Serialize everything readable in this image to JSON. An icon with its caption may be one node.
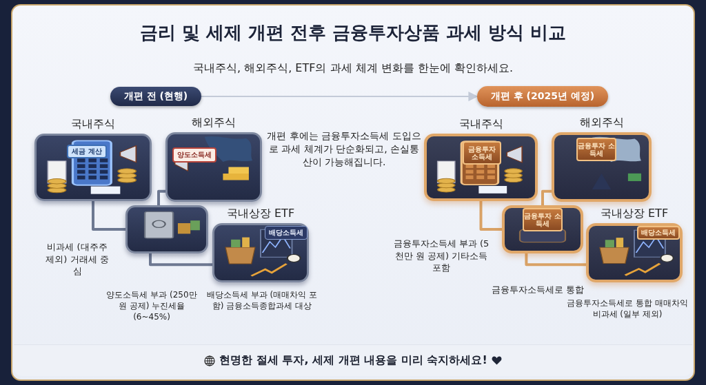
{
  "diagram": {
    "title": "금리 및 세제 개편 전후 금융투자상품 과세 방식 비교",
    "nodes": [
      {
        "text": [
          "개편 전 (현행)"
        ]
      },
      {
        "text": [
          "개편 후 (2025년 예정)"
        ]
      },
      {
        "text": [
          "국내주식"
        ]
      },
      {
        "text": [
          "해외주식"
        ]
      },
      {
        "text": [],
        "shape": "picture"
      },
      {
        "text": [
          "국내상장 ETF"
        ]
      },
      {
        "text": [
          "국내주식"
        ]
      },
      {
        "text": [
          "해외주식"
        ]
      },
      {
        "text": [],
        "shape": "picture"
      },
      {
        "text": [
          "국내상장 ETF"
        ]
      }
    ],
    "edges": [
      {
        "from": 0,
        "to": 1,
        "arrow": "to",
        "color": "#c3cad8"
      },
      {
        "from": 2,
        "to": 4,
        "arrow": "none"
      },
      {
        "from": 4,
        "to": 3,
        "arrow": "none"
      },
      {
        "from": 4,
        "to": 5,
        "arrow": "none"
      },
      {
        "from": 6,
        "to": 8,
        "arrow": "none",
        "color": "#d9a266"
      },
      {
        "from": 8,
        "to": 7,
        "arrow": "none",
        "color": "#d9a266"
      },
      {
        "from": 8,
        "to": 9,
        "arrow": "none",
        "color": "#d9a266"
      }
    ],
    "labels": [
      "국내주식, 해외주식, ETF의 과세 체계 변화를 한눈에 확인하세요.",
      "개편 후에는 금융투자소득세 도입으로 과세 체계가 단순화되고, 손실통산이 가능해집니다.",
      "세금 계산",
      "양도소득세",
      "금융투자 소득세",
      "금융투자 소득세",
      "배당소득세",
      "금융투자 소득세",
      "배당소득세",
      "비과세 (대주주 제외) 거래세 중심",
      "금융투자소득세 부과 (5천만 원 공제) 기타소득 포함",
      "금융투자소득세로 통합",
      "양도소득세 부과 (250만 원 공제) 누진세율 (6~45%)",
      "배당소득세 부과 (매매차익 포함) 금융소득종합과세 대상",
      "금융투자소득세로 통합 매매차익 비과세 (일부 제외)",
      "현명한 절세 투자, 세제 개편 내용을 미리 숙지하세요!"
    ]
  }
}
